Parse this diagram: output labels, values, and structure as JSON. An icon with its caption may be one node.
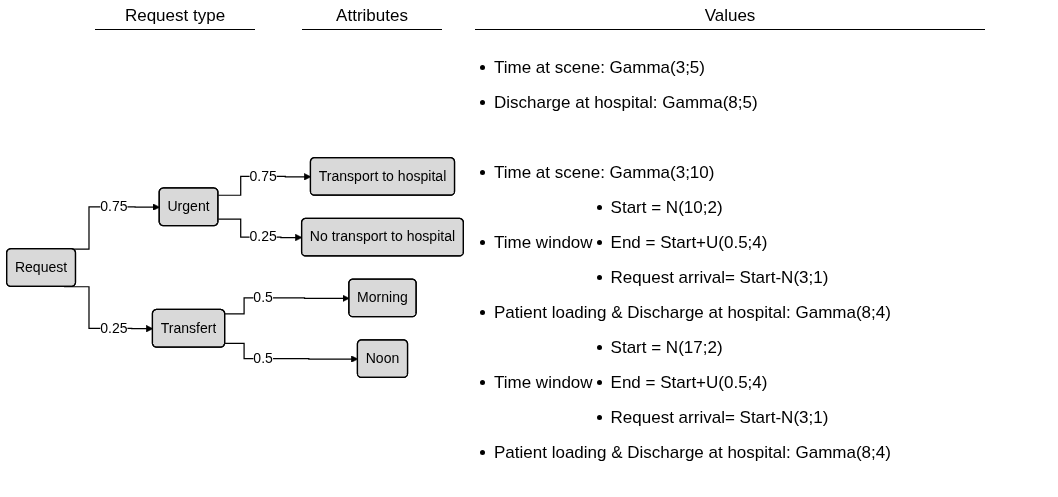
{
  "diagram": {
    "nodes": [
      {
        "text": [
          "Request"
        ]
      },
      {
        "text": [
          "Urgent"
        ]
      },
      {
        "text": [
          "Transport to hospital"
        ]
      },
      {
        "text": [
          "No transport to hospital"
        ]
      },
      {
        "text": [
          "Transfert"
        ]
      },
      {
        "text": [
          "Morning"
        ]
      },
      {
        "text": [
          "Noon"
        ]
      }
    ],
    "edges": [
      {
        "from": 0,
        "to": 1,
        "arrow": "to",
        "label": "0.75"
      },
      {
        "from": 0,
        "to": 4,
        "arrow": "to",
        "label": "0.25"
      },
      {
        "from": 1,
        "to": 2,
        "arrow": "to",
        "label": "0.75"
      },
      {
        "from": 1,
        "to": 3,
        "arrow": "to",
        "label": "0.25"
      },
      {
        "from": 4,
        "to": 5,
        "arrow": "to",
        "label": "0.5"
      },
      {
        "from": 4,
        "to": 6,
        "arrow": "to",
        "label": "0.5"
      }
    ],
    "labels": [
      "Request type",
      "Attributes",
      "Values",
      "Time at scene: Gamma(3;5)",
      "Discharge at hospital: Gamma(8;5)",
      "Time at scene: Gamma(3;10)",
      "Start = N(10;2)",
      "Time window",
      "End = Start+U(0.5;4)",
      "Request arrival= Start-N(3;1)",
      "Patient loading & Discharge at hospital: Gamma(8;4)",
      "Start = N(17;2)",
      "Time window",
      "End = Start+U(0.5;4)",
      "Request arrival= Start-N(3;1)",
      "Patient loading & Discharge at hospital: Gamma(8;4)"
    ]
  }
}
